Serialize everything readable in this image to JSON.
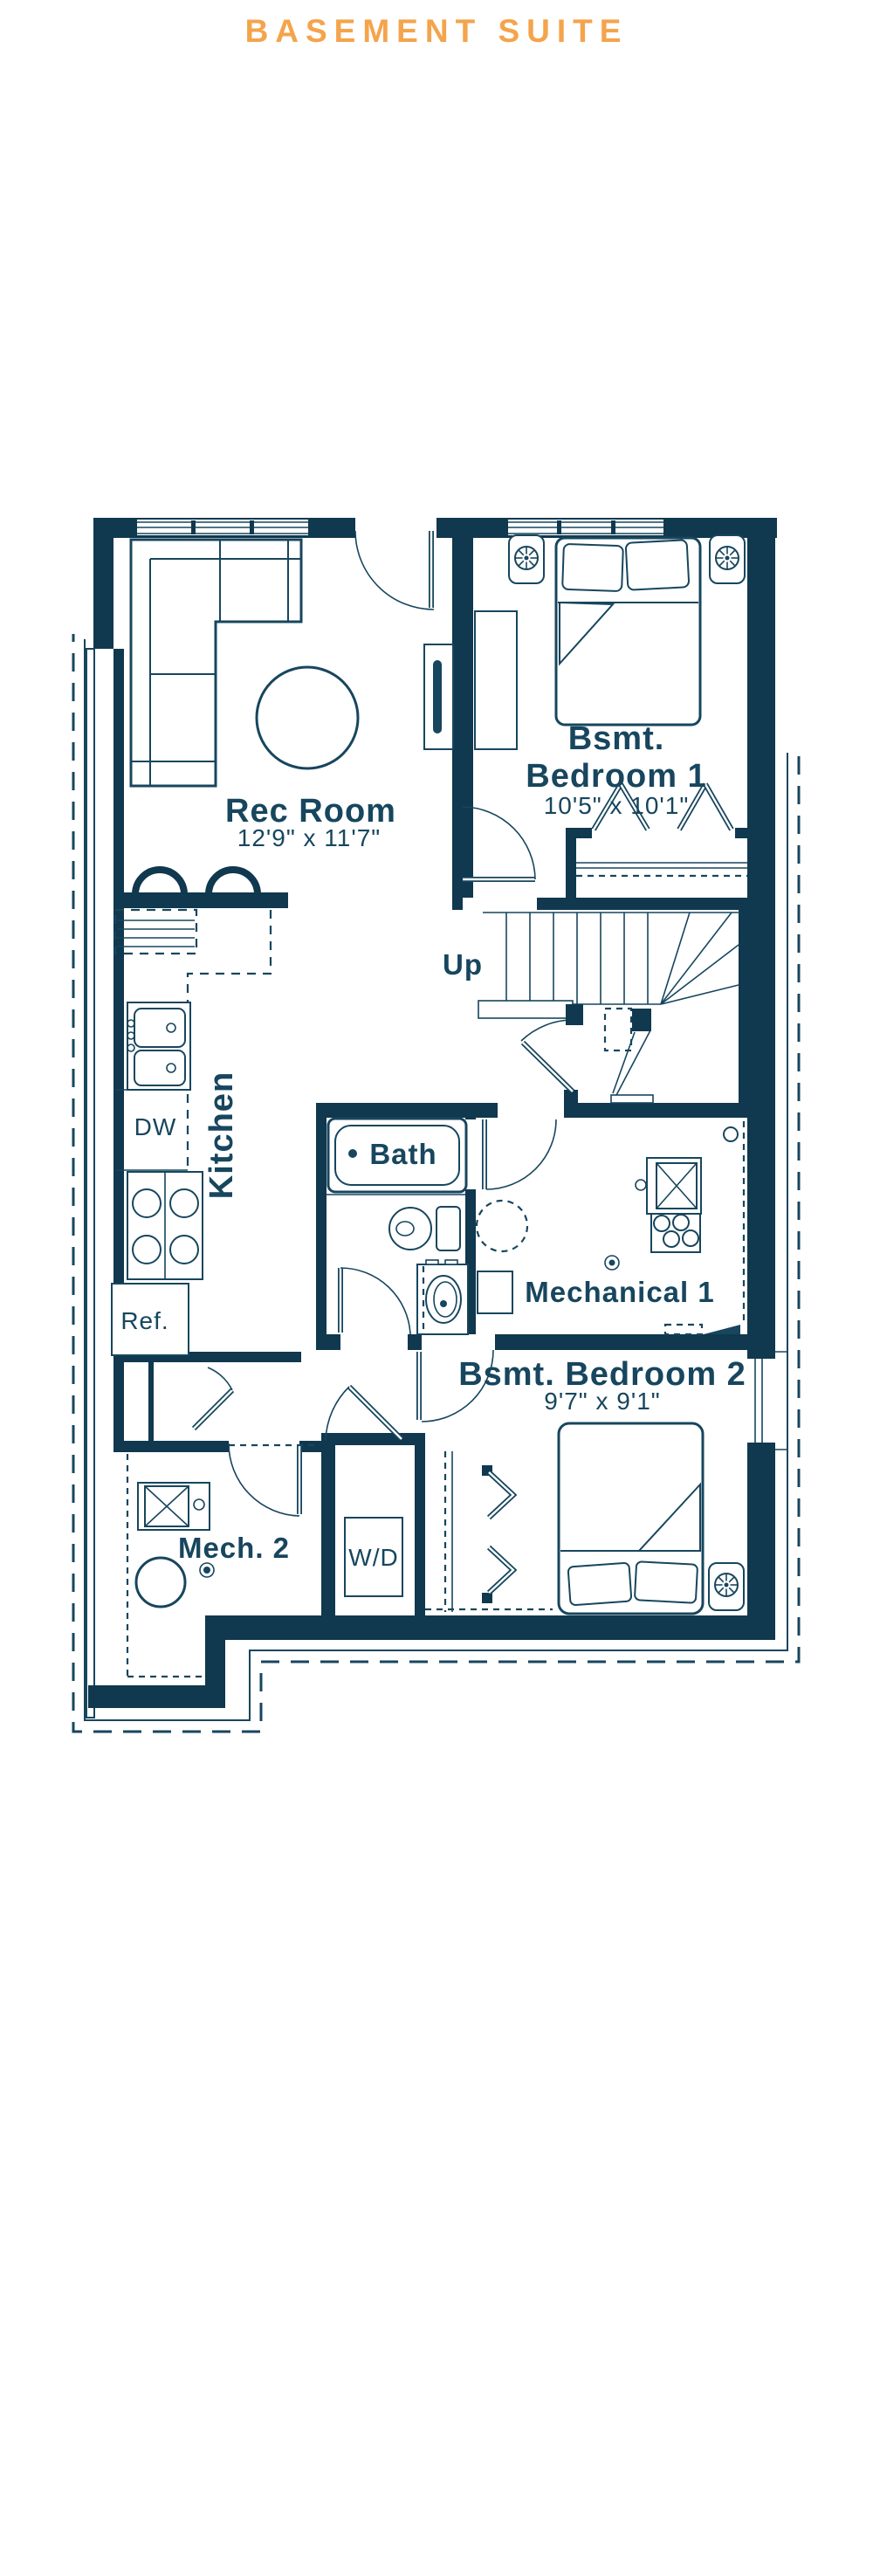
{
  "title": "BASEMENT SUITE",
  "colors": {
    "accent": "#F4A44C",
    "ink": "#17465E",
    "wall": "#10384E"
  },
  "plan": {
    "rooms": {
      "rec": {
        "name": "Rec Room",
        "dims": "12'9\" x 11'7\""
      },
      "bed1": {
        "name_line1": "Bsmt.",
        "name_line2": "Bedroom 1",
        "dims": "10'5\" x 10'1\""
      },
      "bed2": {
        "name": "Bsmt. Bedroom 2",
        "dims": "9'7\" x 9'1\""
      },
      "kitchen": {
        "name": "Kitchen"
      },
      "bath": {
        "name": "Bath"
      },
      "mech1": {
        "name": "Mechanical 1"
      },
      "mech2": {
        "name": "Mech. 2"
      }
    },
    "labels": {
      "up": "Up",
      "dw": "DW",
      "ref": "Ref.",
      "wd": "W/D"
    },
    "icons": [
      "ceiling-light-icon",
      "furnace-icon",
      "water-tank-icon",
      "floor-drain-icon",
      "tv-icon",
      "bed-icon",
      "sofa-icon",
      "stool-icon"
    ]
  }
}
